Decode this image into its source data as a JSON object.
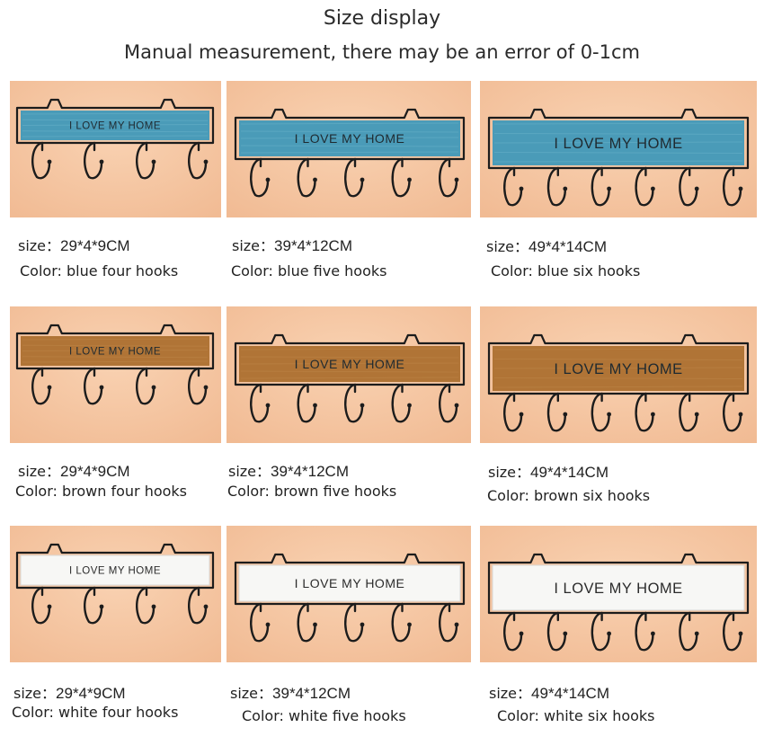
{
  "header": {
    "title": "Size display",
    "subtitle": "Manual measurement, there may be an error of 0-1cm"
  },
  "board_text": "I LOVE MY HOME",
  "colors": {
    "background": "#f6c6a2",
    "blue_board": "#4a9bb8",
    "brown_board": "#b07436",
    "white_board": "#f7f7f5",
    "wire": "#1c1c1c"
  },
  "products": [
    {
      "size_label": "size：",
      "size": "29*4*9CM",
      "color_label": "Color:",
      "color_desc": "blue four hooks",
      "board": "blue",
      "hooks": 4
    },
    {
      "size_label": "size：",
      "size": "39*4*12CM",
      "color_label": "Color:",
      "color_desc": "blue five hooks",
      "board": "blue",
      "hooks": 5
    },
    {
      "size_label": "size：",
      "size": "49*4*14CM",
      "color_label": "Color:",
      "color_desc": "blue six hooks",
      "board": "blue",
      "hooks": 6
    },
    {
      "size_label": "size：",
      "size": "29*4*9CM",
      "color_label": "Color:",
      "color_desc": "brown four hooks",
      "board": "brown",
      "hooks": 4
    },
    {
      "size_label": "size：",
      "size": "39*4*12CM",
      "color_label": "Color:",
      "color_desc": "brown five hooks",
      "board": "brown",
      "hooks": 5
    },
    {
      "size_label": "size：",
      "size": "49*4*14CM",
      "color_label": "Color:",
      "color_desc": "brown six hooks",
      "board": "brown",
      "hooks": 6
    },
    {
      "size_label": "size：",
      "size": "29*4*9CM",
      "color_label": "Color:",
      "color_desc": "white four hooks",
      "board": "white",
      "hooks": 4
    },
    {
      "size_label": "size：",
      "size": "39*4*12CM",
      "color_label": "Color:",
      "color_desc": "white five hooks",
      "board": "white",
      "hooks": 5
    },
    {
      "size_label": "size：",
      "size": "49*4*14CM",
      "color_label": "Color:",
      "color_desc": "white six hooks",
      "board": "white",
      "hooks": 6
    }
  ]
}
